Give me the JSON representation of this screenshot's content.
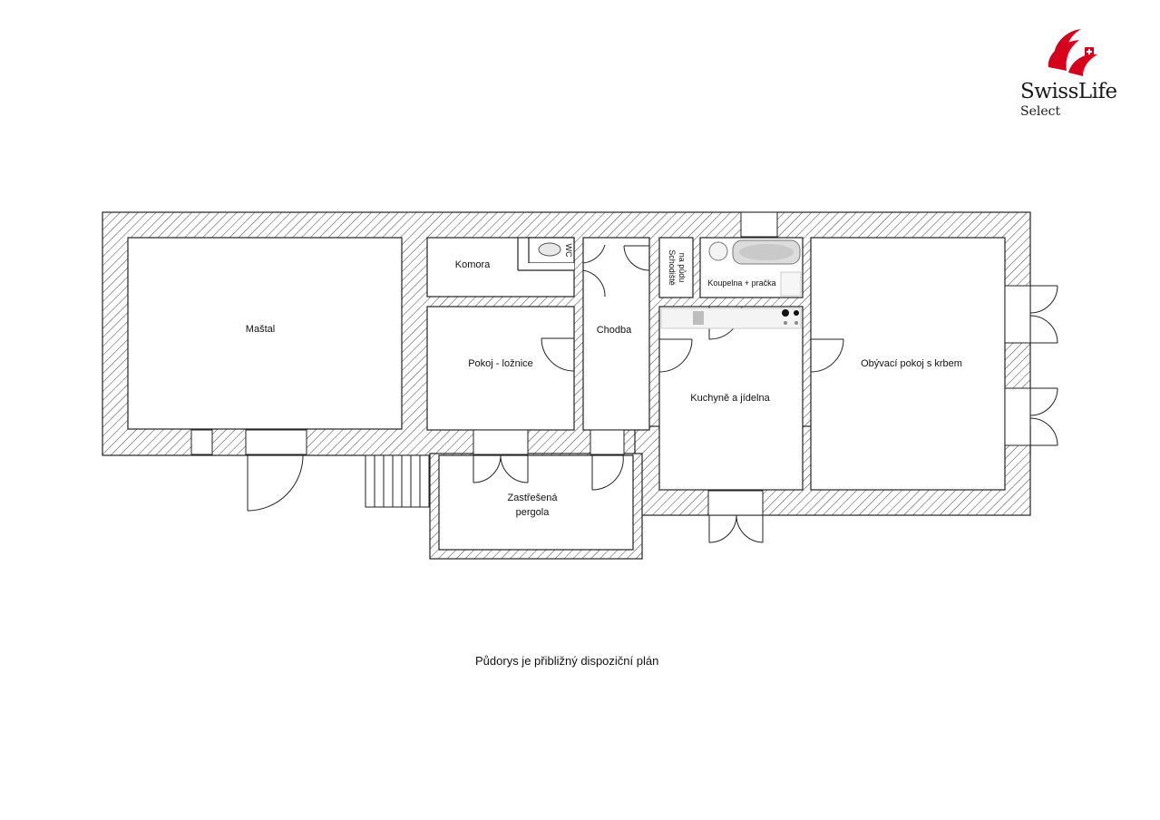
{
  "brand": {
    "name": "SwissLife",
    "sub": "Select",
    "accent_color": "#d6001c"
  },
  "rooms": {
    "mastal": "Maštal",
    "komora": "Komora",
    "wc": "WC",
    "pokoj": "Pokoj - ložnice",
    "chodba": "Chodba",
    "schodiste_line1": "Schodiště",
    "schodiste_line2": "na půdu",
    "koupelna": "Koupelna + pračka",
    "kuchyne": "Kuchyně a jídelna",
    "obyvaci": "Obývací pokoj s krbem",
    "pergola_line1": "Zastřešená",
    "pergola_line2": "pergola"
  },
  "caption": "Půdorys je přibližný dispoziční plán"
}
